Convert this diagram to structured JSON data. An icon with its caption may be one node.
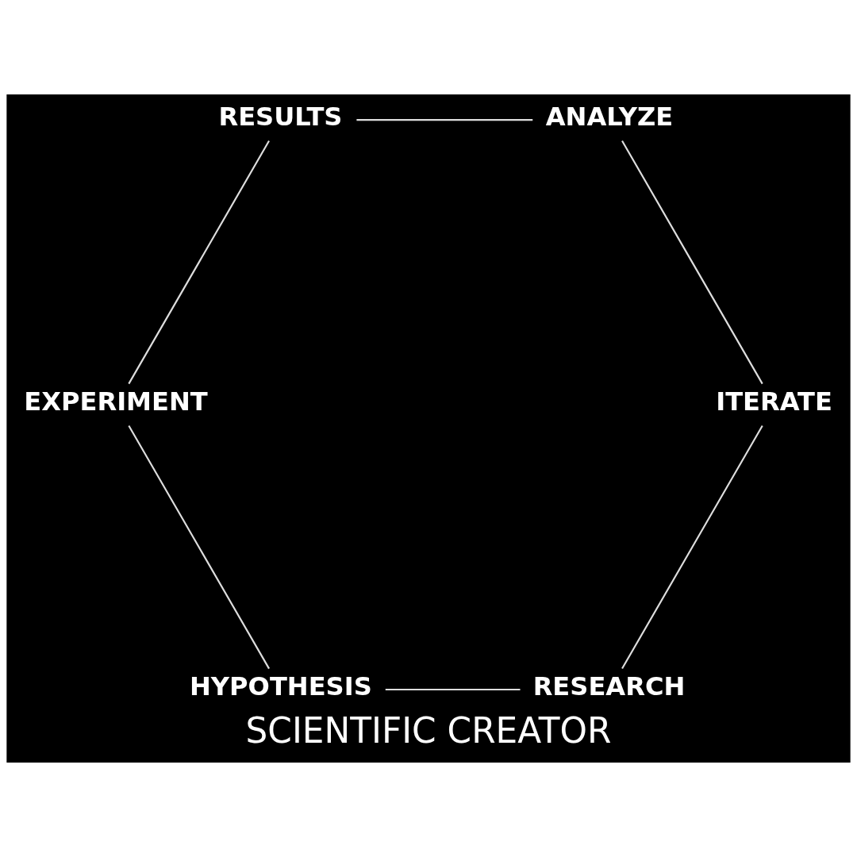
{
  "diagram": {
    "title": "SCIENTIFIC CREATOR",
    "nodes": [
      {
        "text": [
          "RESEARCH"
        ]
      },
      {
        "text": [
          "HYPOTHESIS"
        ]
      },
      {
        "text": [
          "EXPERIMENT"
        ]
      },
      {
        "text": [
          "RESULTS"
        ]
      },
      {
        "text": [
          "ANALYZE"
        ]
      },
      {
        "text": [
          "ITERATE"
        ]
      }
    ],
    "edges": [
      {
        "from": 0,
        "to": 1,
        "arrow": "none"
      },
      {
        "from": 1,
        "to": 2,
        "arrow": "none"
      },
      {
        "from": 2,
        "to": 3,
        "arrow": "none"
      },
      {
        "from": 3,
        "to": 4,
        "arrow": "none"
      },
      {
        "from": 4,
        "to": 5,
        "arrow": "none"
      },
      {
        "from": 5,
        "to": 0,
        "arrow": "none"
      }
    ]
  }
}
